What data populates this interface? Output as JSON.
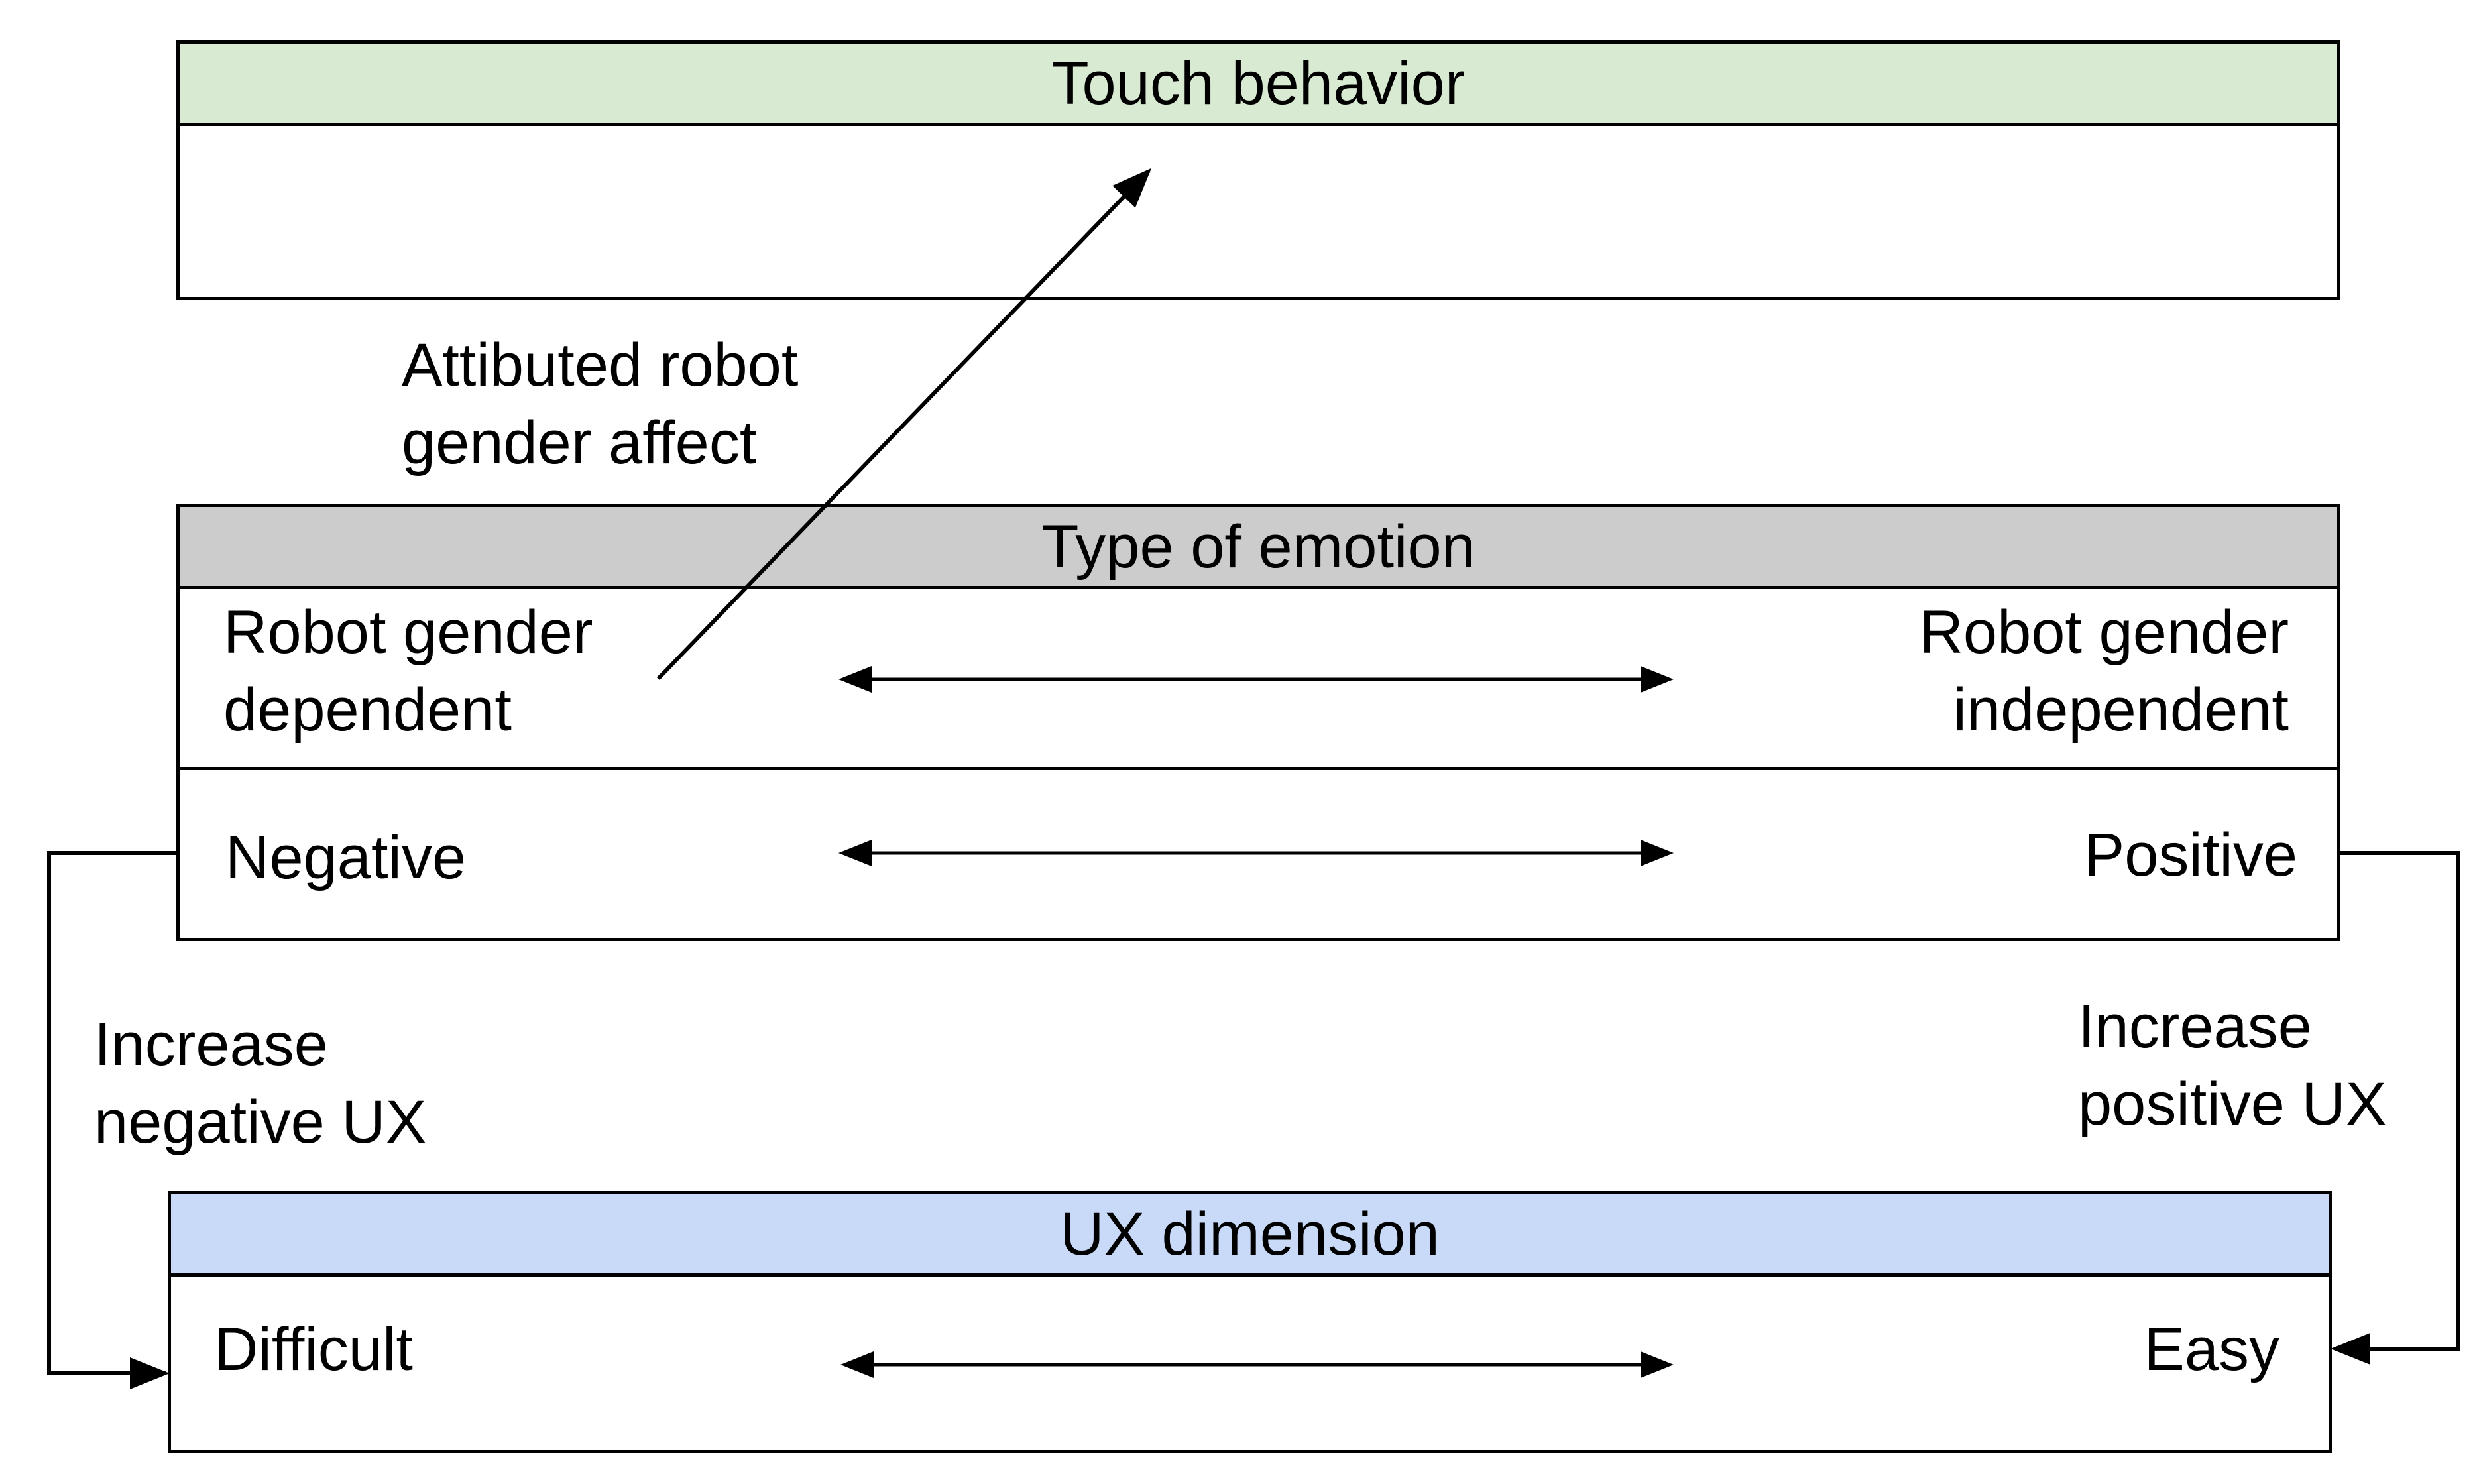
{
  "touch_box": {
    "header": "Touch behavior",
    "header_color": "#d9ead3"
  },
  "emotion_box": {
    "header": "Type of emotion",
    "header_color": "#cccccc",
    "row1": {
      "left": [
        "Robot gender",
        "dependent"
      ],
      "right": [
        "Robot gender",
        "independent"
      ]
    },
    "row2": {
      "left": "Negative",
      "right": "Positive"
    }
  },
  "ux_box": {
    "header": "UX dimension",
    "header_color": "#c9daf8",
    "row": {
      "left": "Difficult",
      "right": "Easy"
    }
  },
  "labels": {
    "gender_affect": [
      "Attibuted robot",
      "gender affect"
    ],
    "increase_negative": [
      "Increase",
      "negative UX"
    ],
    "increase_positive": [
      "Increase",
      "positive UX"
    ]
  }
}
